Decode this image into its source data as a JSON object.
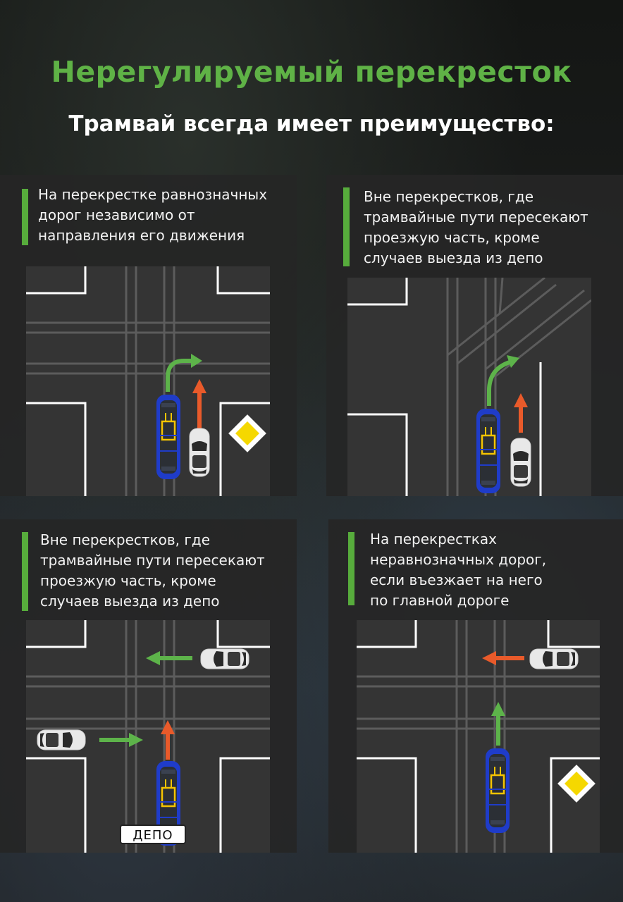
{
  "header": {
    "title": "Нерегулируемый перекресток",
    "subtitle": "Трамвай всегда имеет преимущество:"
  },
  "panels": [
    {
      "text": "На перекрестке равнозначных\nдорог независимо от\nнаправления его движения"
    },
    {
      "text": "Вне перекрестков, где\nтрамвайные пути пересекают\nпроезжую часть, кроме\nслучаев выезда из депо"
    },
    {
      "text": "Вне перекрестков, где\nтрамвайные пути пересекают\nпроезжую часть, кроме\nслучаев выезда из депо"
    },
    {
      "text": "На перекрестках\nнеравнозначных дорог,\nесли въезжает на него\nпо главной дороге"
    }
  ],
  "depot_label": "ДЕПО",
  "colors": {
    "title_green": "#5fb246",
    "accent_bar": "#57ac3c",
    "arrow_green": "#5db34a",
    "arrow_orange": "#e95a2a",
    "tram_blue": "#1f3cc9",
    "sign_yellow": "#f5d800"
  }
}
